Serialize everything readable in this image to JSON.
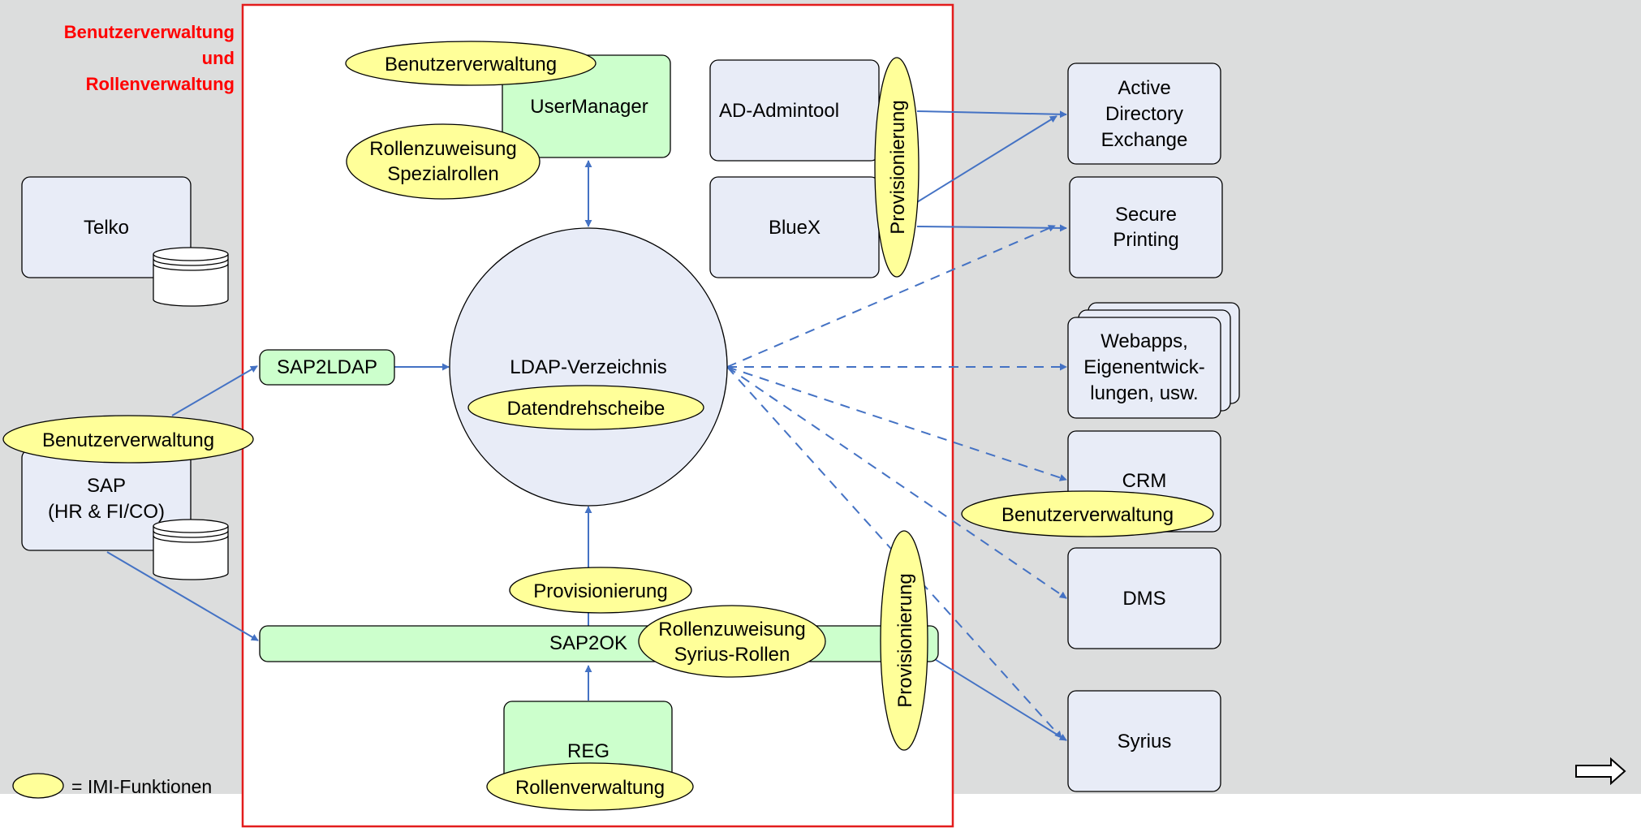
{
  "title": {
    "line1": "Benutzerverwaltung",
    "line2": "und",
    "line3": "Rollenverwaltung"
  },
  "legend": {
    "text": "= IMI-Funktionen"
  },
  "nodes": {
    "telko": "Telko",
    "sap_line1": "SAP",
    "sap_line2": "(HR & FI/CO)",
    "sap_benutzerverwaltung": "Benutzerverwaltung",
    "sap2ldap": "SAP2LDAP",
    "usermanager": "UserManager",
    "usermanager_benutzerverwaltung": "Benutzerverwaltung",
    "rollenzuweisung_line1": "Rollenzuweisung",
    "rollenzuweisung_line2": "Spezialrollen",
    "ldap": "LDAP-Verzeichnis",
    "datendrehscheibe": "Datendrehscheibe",
    "provisionierung_center": "Provisionierung",
    "sap2ok": "SAP2OK",
    "syrius_rollen_line1": "Rollenzuweisung",
    "syrius_rollen_line2": "Syrius-Rollen",
    "reg": "REG",
    "rollenverwaltung": "Rollenverwaltung",
    "ad_admintool": "AD-Admintool",
    "bluex": "BlueX",
    "provisionierung_top": "Provisionierung",
    "provisionierung_bottom": "Provisionierung",
    "active_directory_line1": "Active",
    "active_directory_line2": "Directory",
    "active_directory_line3": "Exchange",
    "secure_line1": "Secure",
    "secure_line2": "Printing",
    "webapps_line1": "Webapps,",
    "webapps_line2": "Eigenentwick-",
    "webapps_line3": "lungen, usw.",
    "crm": "CRM",
    "crm_benutzerverwaltung": "Benutzerverwaltung",
    "dms": "DMS",
    "syrius": "Syrius"
  },
  "nav": {
    "next_icon": "right-arrow-icon"
  },
  "colors": {
    "background": "#dcdddd",
    "frame": "#e31c1c",
    "title": "#ff0000",
    "system_box": "#e8ecf7",
    "ok_box": "#ccffcc",
    "imi_function": "#ffff99",
    "connector": "#4472c4"
  }
}
